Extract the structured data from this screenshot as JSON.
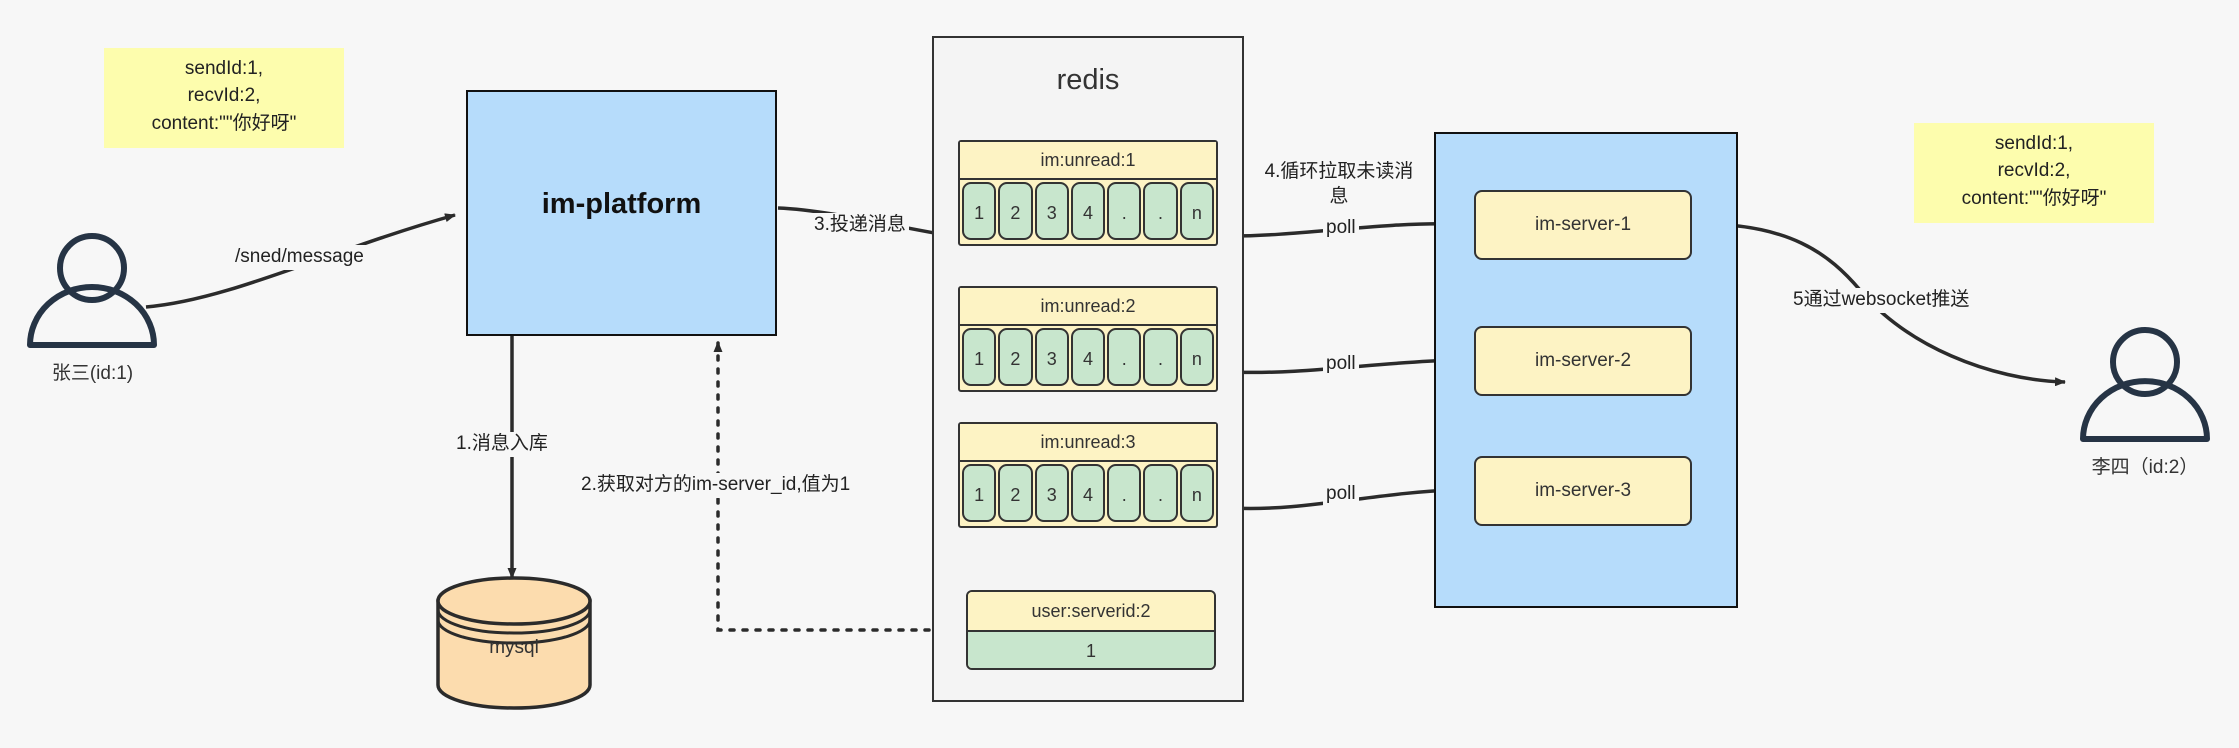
{
  "diagram": {
    "title": "IM message delivery architecture",
    "colors": {
      "blue_fill": "#b6dcfb",
      "yellow_note": "#fdfdad",
      "yellow_card": "#fdf3c4",
      "green_cell": "#c8e6cd",
      "orange_db": "#fcdcae",
      "stroke": "#333333",
      "background": "#f7f7f7"
    }
  },
  "notes": {
    "left": "sendId:1,\nrecvId:2,\ncontent:\"\"你好呀\"",
    "right": "sendId:1,\nrecvId:2,\ncontent:\"\"你好呀\""
  },
  "actors": {
    "sender": {
      "caption": "张三(id:1)",
      "icon": "user-icon"
    },
    "receiver": {
      "caption": "李四（id:2）",
      "icon": "user-icon"
    }
  },
  "nodes": {
    "platform": {
      "label": "im-platform"
    },
    "database": {
      "label": "mysql",
      "shape": "cylinder"
    },
    "redis": {
      "label": "redis"
    },
    "server_group": {
      "servers": [
        {
          "label": "im-server-1"
        },
        {
          "label": "im-server-2"
        },
        {
          "label": "im-server-3"
        }
      ]
    }
  },
  "redis_keys": {
    "unread_lists": [
      {
        "key": "im:unread:1",
        "cells": [
          "1",
          "2",
          "3",
          "4",
          ".",
          ".",
          "n"
        ]
      },
      {
        "key": "im:unread:2",
        "cells": [
          "1",
          "2",
          "3",
          "4",
          ".",
          ".",
          "n"
        ]
      },
      {
        "key": "im:unread:3",
        "cells": [
          "1",
          "2",
          "3",
          "4",
          ".",
          ".",
          "n"
        ]
      }
    ],
    "server_mapping": {
      "key": "user:serverid:2",
      "value": "1"
    }
  },
  "edges": {
    "send_message": "/sned/message",
    "step1": "1.消息入库",
    "step2": "2.获取对方的im-server_id,值为1",
    "step3": "3.投递消息",
    "step4": "4.循环拉取未读消\n息",
    "poll1": "poll",
    "poll2": "poll",
    "poll3": "poll",
    "step5": "5通过websocket推送"
  }
}
